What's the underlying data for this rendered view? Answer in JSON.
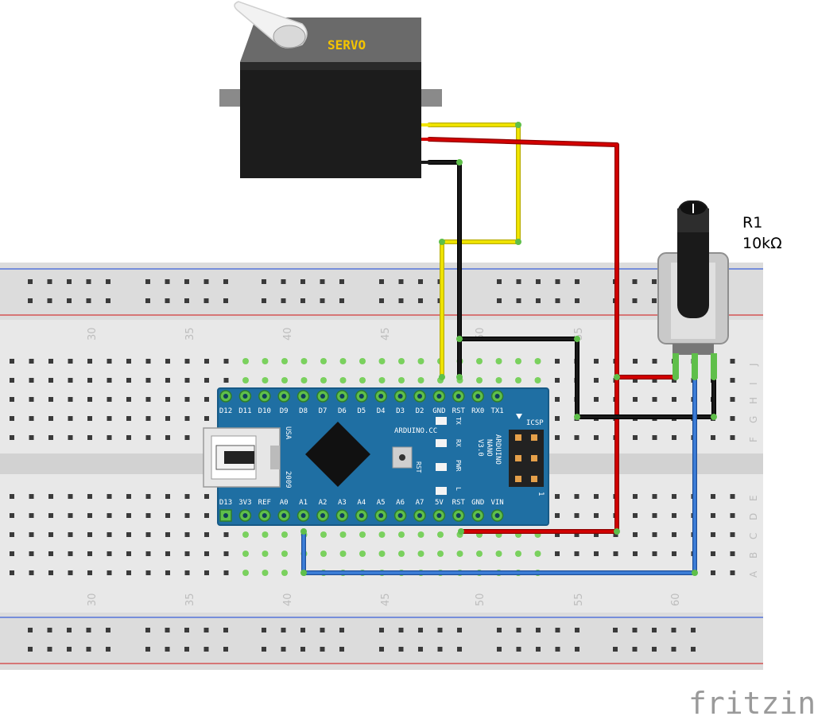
{
  "breadboard": {
    "col_numbers": [
      "30",
      "35",
      "40",
      "45",
      "50",
      "55",
      "60"
    ],
    "row_letters_top": [
      "J",
      "I",
      "H",
      "G",
      "F"
    ],
    "row_letters_bottom": [
      "E",
      "D",
      "C",
      "B",
      "A"
    ]
  },
  "servo": {
    "label": "SERVO"
  },
  "potentiometer": {
    "name": "R1",
    "value": "10kΩ"
  },
  "arduino": {
    "top_pins": [
      "D12",
      "D11",
      "D10",
      "D9",
      "D8",
      "D7",
      "D6",
      "D5",
      "D4",
      "D3",
      "D2",
      "GND",
      "RST",
      "RX0",
      "TX1"
    ],
    "bottom_pins": [
      "D13",
      "3V3",
      "REF",
      "A0",
      "A1",
      "A2",
      "A3",
      "A4",
      "A5",
      "A6",
      "A7",
      "5V",
      "RST",
      "GND",
      "VIN"
    ],
    "brand": "ARDUINO.CC",
    "board_name_lines": [
      "ARDUINO",
      "NANO",
      "V3.0"
    ],
    "icsp": "ICSP",
    "led_labels": [
      "TX",
      "RX",
      "PWR",
      "L"
    ],
    "rst_label": "RST",
    "usa": "USA",
    "year": "2009",
    "icsp_pin1": "1"
  },
  "watermark": "fritzing",
  "colors": {
    "wire_yellow": "#f2e600",
    "wire_red": "#d40000",
    "wire_black": "#1a1a1a",
    "wire_blue": "#3d7fd9",
    "board_blue": "#1f6fa3",
    "breadboard": "#e6e6e6"
  }
}
